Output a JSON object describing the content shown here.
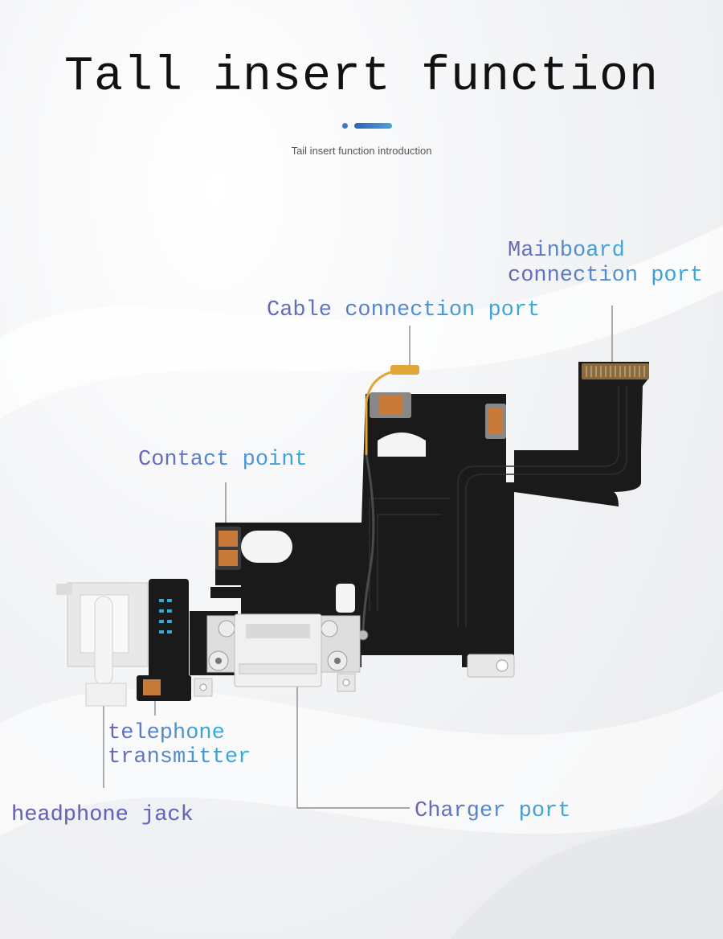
{
  "header": {
    "title": "Tall insert function",
    "subtitle": "Tail insert function introduction"
  },
  "labels": {
    "mainboard_line1": "Mainboard",
    "mainboard_line2": "connection port",
    "cable": "Cable connection port",
    "contact": "Contact point",
    "transmitter_line1": "telephone",
    "transmitter_line2": "transmitter",
    "headphone": "headphone jack",
    "charger": "Charger port"
  },
  "colors": {
    "label_start": "#6a63b3",
    "label_end": "#33aee0",
    "board": "#1a1a1a",
    "copper": "#c87a3a",
    "metal": "#e6e6e6"
  }
}
